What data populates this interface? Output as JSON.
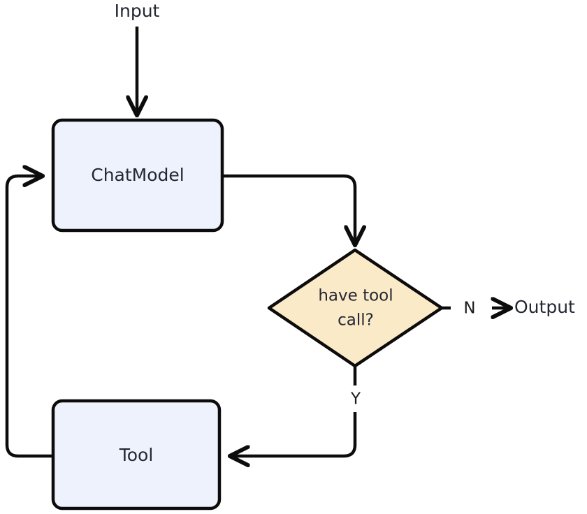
{
  "diagram": {
    "type": "flowchart",
    "orientation": "top-down-with-feedback-loop",
    "background_color": "#ffffff",
    "palette": {
      "process_fill": "#eef2fc",
      "decision_fill": "#fbeac8",
      "stroke": "#0c0c0c",
      "text": "#232733"
    },
    "terminals": [
      {
        "id": "input",
        "label": "Input"
      },
      {
        "id": "output",
        "label": "Output"
      }
    ],
    "nodes": [
      {
        "id": "chatmodel",
        "label": "ChatModel",
        "shape": "rounded-rect",
        "fill": "#eef2fc"
      },
      {
        "id": "tool",
        "label": "Tool",
        "shape": "rounded-rect",
        "fill": "#eef2fc"
      },
      {
        "id": "decision",
        "shape": "diamond",
        "fill": "#fbeac8",
        "label_line1": "have tool",
        "label_line2": "call?"
      }
    ],
    "edges": [
      {
        "id": "input-to-chatmodel",
        "from": "input",
        "to": "chatmodel",
        "label": "",
        "style": "solid"
      },
      {
        "id": "chatmodel-to-decision",
        "from": "chatmodel",
        "to": "decision",
        "label": "",
        "style": "solid"
      },
      {
        "id": "decision-to-output",
        "from": "decision",
        "to": "output",
        "label": "N",
        "style": "dashed"
      },
      {
        "id": "decision-to-tool",
        "from": "decision",
        "to": "tool",
        "label": "Y",
        "style": "dashed"
      },
      {
        "id": "tool-to-chatmodel",
        "from": "tool",
        "to": "chatmodel",
        "label": "",
        "style": "solid"
      }
    ]
  }
}
